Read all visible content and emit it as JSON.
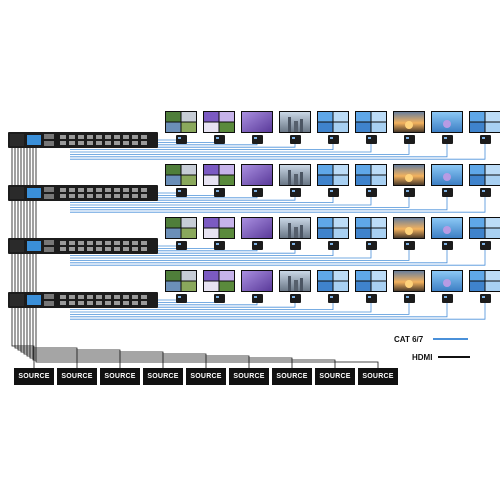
{
  "rows": 4,
  "displays_per_row": 9,
  "sources": [
    "SOURCE",
    "SOURCE",
    "SOURCE",
    "SOURCE",
    "SOURCE",
    "SOURCE",
    "SOURCE",
    "SOURCE",
    "SOURCE"
  ],
  "legend": {
    "cat": "CAT 6/7",
    "hdmi": "HDMI"
  },
  "colors": {
    "cat": "#4a90d9",
    "hdmi": "#111111",
    "device": "#1c1c1c",
    "panel_blue": "#3a8fd8"
  },
  "screen_scenes": [
    "sport-quad",
    "flowers-quad",
    "purple-flowers",
    "city-skyline",
    "birds-quad",
    "birds-quad",
    "rocket-launch",
    "flower-sky",
    "birds-quad"
  ]
}
